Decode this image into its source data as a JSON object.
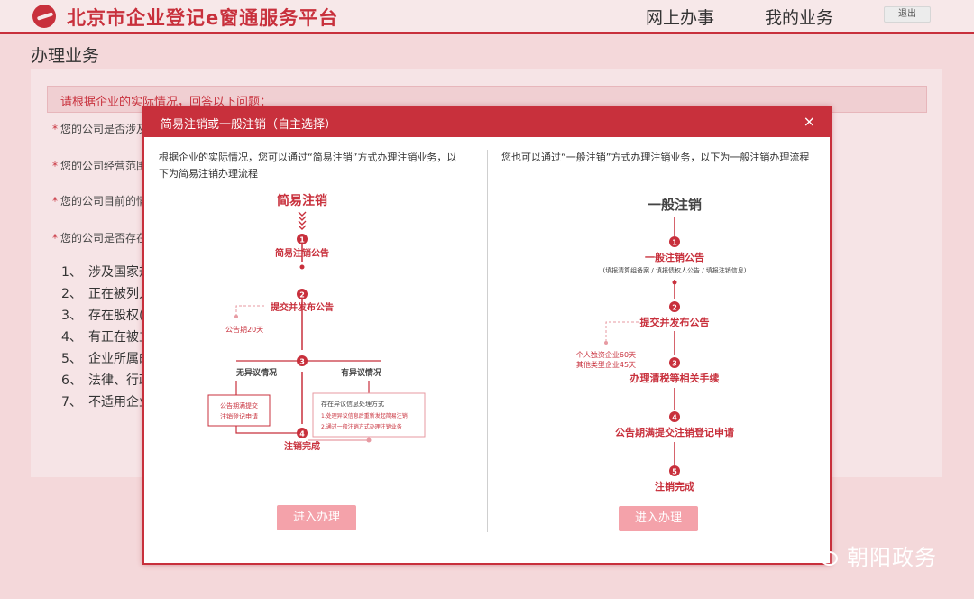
{
  "header": {
    "site_title": "北京市企业登记e窗通服务平台",
    "nav": [
      "网上办事",
      "我的业务"
    ],
    "logout": "退出"
  },
  "page": {
    "title": "办理业务",
    "prompt": "请根据企业的实际情况，回答以下问题：",
    "questions": [
      "您的公司是否涉及",
      "您的公司经营范围",
      "您的公司目前的情",
      "您的公司是否存在"
    ],
    "conditions": [
      {
        "num": "1、",
        "text": "涉及国家规"
      },
      {
        "num": "2、",
        "text": "正在被列入"
      },
      {
        "num": "3、",
        "text": "存在股权(投"
      },
      {
        "num": "4、",
        "text": "有正在被立"
      },
      {
        "num": "5、",
        "text": "企业所属的"
      },
      {
        "num": "6、",
        "text": "法律、行政"
      },
      {
        "num": "7、",
        "text": "不适用企业"
      }
    ]
  },
  "modal": {
    "title": "简易注销或一般注销（自主选择）",
    "close": "×",
    "left": {
      "intro": "根据企业的实际情况，您可以通过“简易注销”方式办理注销业务，以下为简易注销办理流程",
      "flow_title": "简易注销",
      "steps": [
        {
          "num": "1",
          "label": "简易注销公告"
        },
        {
          "num": "2",
          "label": "提交并发布公告"
        },
        {
          "num": "3",
          "label": ""
        },
        {
          "num": "4",
          "label": "注销完成"
        }
      ],
      "period_note": "公告期20天",
      "no_objection": "无异议情况",
      "has_objection": "有异议情况",
      "no_objection_box": [
        "公告期满提交",
        "注销登记申请"
      ],
      "objection_box": [
        "存在异议信息处理方式",
        "1.处理异议信息后重新发起简易注销",
        "2.通过一般注销方式办理注销业务"
      ],
      "button": "进入办理"
    },
    "right": {
      "intro": "您也可以通过“一般注销”方式办理注销业务，以下为一般注销办理流程",
      "flow_title": "一般注销",
      "steps": [
        {
          "num": "1",
          "label": "一般注销公告",
          "sub": "(填报清算组备案 / 填报债权人公告 / 填报注销信息)"
        },
        {
          "num": "2",
          "label": "提交并发布公告"
        },
        {
          "num": "3",
          "label": "办理清税等相关手续"
        },
        {
          "num": "4",
          "label": "公告期满提交注销登记申请"
        },
        {
          "num": "5",
          "label": "注销完成"
        }
      ],
      "period_notes": [
        "个人独资企业60天",
        "其他类型企业45天"
      ],
      "button": "进入办理"
    }
  },
  "watermark": "朝阳政务",
  "colors": {
    "brand": "#c8303c",
    "button": "#f4a2aa"
  }
}
